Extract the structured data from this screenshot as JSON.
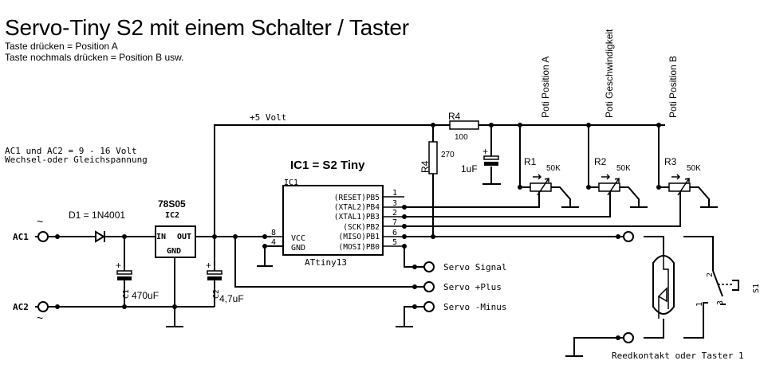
{
  "header": {
    "title": "Servo-Tiny S2 mit einem Schalter / Taster",
    "line1": "Taste drücken = Position A",
    "line2": "Taste nochmals drücken = Position B usw."
  },
  "supply": {
    "note_line1": "AC1 und AC2 = 9 - 16 Volt",
    "note_line2": "Wechsel-oder Gleichspannung",
    "ac1": "AC1",
    "ac2": "AC2",
    "tilde": "~",
    "rail_label": "+5 Volt"
  },
  "components": {
    "d1": "D1 = 1N4001",
    "ic2_type": "78S05",
    "ic2_name": "IC2",
    "ic2_in": "IN",
    "ic2_out": "OUT",
    "ic2_gnd": "GND",
    "c1_name": "C1",
    "c1_value": "470uF",
    "c2_name": "C2",
    "c2_value": "4,7uF",
    "plus": "+",
    "r4_h_name": "R4",
    "r4_h_value": "100",
    "r4_v_name": "R4",
    "r4_v_value": "270",
    "c3_value": "1uF",
    "r1_name": "R1",
    "r2_name": "R2",
    "r3_name": "R3",
    "pot_value": "50K",
    "s1_name": "S1",
    "s1_pin1": "1",
    "s1_pin2": "2",
    "s1_pin3": "3"
  },
  "pots": {
    "a": "Poti Position A",
    "speed": "Poti Geschwindigkeit",
    "b": "Poti Position B"
  },
  "ic1": {
    "heading": "IC1 = S2 Tiny",
    "name": "IC1",
    "part": "ATtiny13",
    "vcc": "VCC",
    "gnd": "GND",
    "vcc_pin": "8",
    "gnd_pin": "4",
    "pins": [
      {
        "label": "(RESET)PB5",
        "num": "1"
      },
      {
        "label": "(XTAL2)PB4",
        "num": "3"
      },
      {
        "label": "(XTAL1)PB3",
        "num": "2"
      },
      {
        "label": "(SCK)PB2",
        "num": "7"
      },
      {
        "label": "(MISO)PB1",
        "num": "6"
      },
      {
        "label": "(MOSI)PB0",
        "num": "5"
      }
    ]
  },
  "servo": {
    "signal": "Servo Signal",
    "plus": "Servo +Plus",
    "minus": "Servo -Minus"
  },
  "switch": {
    "caption": "Reedkontakt oder Taster 1"
  }
}
